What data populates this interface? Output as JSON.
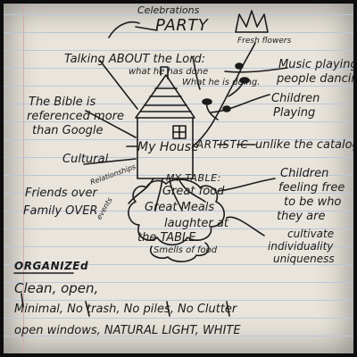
{
  "notes": {
    "celebrations": "Celebrations",
    "party": "PARTY",
    "fresh_flowers": "Fresh flowers",
    "talking": "Talking ABOUT the Lord:",
    "what_he_has_done": "what he has done",
    "what_he_is_doing": "What he is doing.",
    "music_playing": "Music playing",
    "people_dancing": "people dancing",
    "bible_1": "The Bible is",
    "bible_2": "referenced more",
    "bible_3": "than Google",
    "children_playing_1": "Children",
    "children_playing_2": "Playing",
    "cultural": "Cultural",
    "my_house": "My House",
    "artistic": "ARTISTIC",
    "unlike_catalog": "unlike the catalog",
    "relationships": "Relationships",
    "friends_over": "Friends over",
    "family_over": "Family OVER",
    "events": "events",
    "my_table": "MY TABLE:",
    "great_food": "Great food",
    "great_meals": "Great Meals",
    "laughter_at": "laughter at",
    "the_table": "the TABLE.",
    "smells_of_food": "Smells of food",
    "children_free_1": "Children",
    "children_free_2": "feeling free",
    "children_free_3": "to be who",
    "children_free_4": "they are",
    "cultivate_1": "cultivate",
    "cultivate_2": "individuality",
    "cultivate_3": "uniqueness",
    "organized": "ORGANIZEd",
    "line1": "Clean, open,",
    "line2": "Minimal, No trash, No piles, No Clutter",
    "line3": "open windows, NATURAL LIGHT, WHITE"
  }
}
